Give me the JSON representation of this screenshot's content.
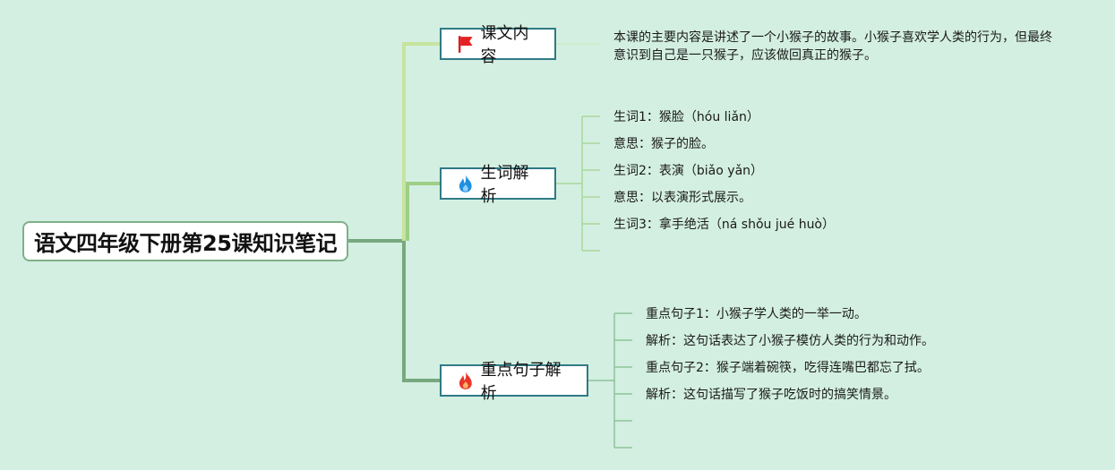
{
  "root": {
    "title": "语文四年级下册第25课知识笔记"
  },
  "branches": [
    {
      "label": "课文内容",
      "icon": "red-flag-icon",
      "items": [
        "本课的主要内容是讲述了一个小猴子的故事。小猴子喜欢学人类的行为，但最终意识到自己是一只猴子，应该做回真正的猴子。"
      ]
    },
    {
      "label": "生词解析",
      "icon": "blue-flame-icon",
      "items": [
        "生词1：猴脸（hóu liǎn）",
        "意思：猴子的脸。",
        "生词2：表演（biǎo yǎn）",
        "意思：以表演形式展示。",
        "生词3：拿手绝活（ná shǒu jué huò）",
        ""
      ]
    },
    {
      "label": "重点句子解析",
      "icon": "red-flame-icon",
      "items": [
        "重点句子1：小猴子学人类的一举一动。",
        "解析：这句话表达了小猴子模仿人类的行为和动作。",
        "重点句子2：猴子端着碗筷，吃得连嘴巴都忘了拭。",
        "解析：这句话描写了猴子吃饭时的搞笑情景。",
        "",
        ""
      ]
    }
  ],
  "colors": {
    "background": "#d3efe1",
    "root_border": "#7fb08a",
    "branch_border": "#2f7a86",
    "trunk_line": "#76a97f",
    "branch1_line": "#c7e39f",
    "branch2_line": "#9dcf86",
    "branch3_line": "#76a97f"
  }
}
